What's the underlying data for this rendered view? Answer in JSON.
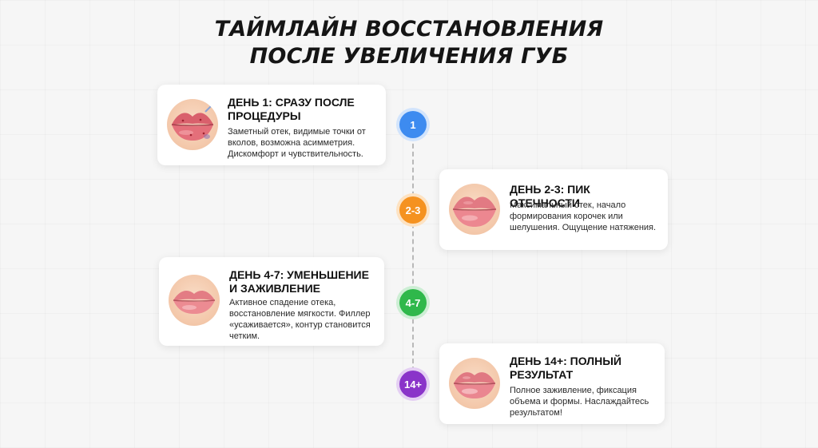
{
  "title": {
    "line1": "ТАЙМЛАЙН ВОССТАНОВЛЕНИЯ",
    "line2": "ПОСЛЕ УВЕЛИЧЕНИЯ ГУБ"
  },
  "stages": [
    {
      "marker": "1",
      "heading": "ДЕНЬ 1: СРАЗУ ПОСЛЕ ПРОЦЕДУРЫ",
      "description": "Заметный отек, видимые точки от вколов, возможна асимметрия. Дискомфорт и чувствительность.",
      "color": "#3d8bf0"
    },
    {
      "marker": "2-3",
      "heading": "ДЕНЬ 2-3: ПИК ОТЕЧНОСТИ",
      "description": "Максимальный отек, начало формирования корочек или шелушения. Ощущение натяжения.",
      "color": "#f59220"
    },
    {
      "marker": "4-7",
      "heading": "ДЕНЬ 4-7: УМЕНЬШЕНИЕ И ЗАЖИВЛЕНИЕ",
      "description": "Активное спадение отека, восстановление мягкости. Филлер «усаживается», контур становится четким.",
      "color": "#2fb84b"
    },
    {
      "marker": "14+",
      "heading": "ДЕНЬ 14+: ПОЛНЫЙ РЕЗУЛЬТАТ",
      "description": "Полное заживление, фиксация объема и формы. Наслаждайтесь результатом!",
      "color": "#8a34c9"
    }
  ]
}
